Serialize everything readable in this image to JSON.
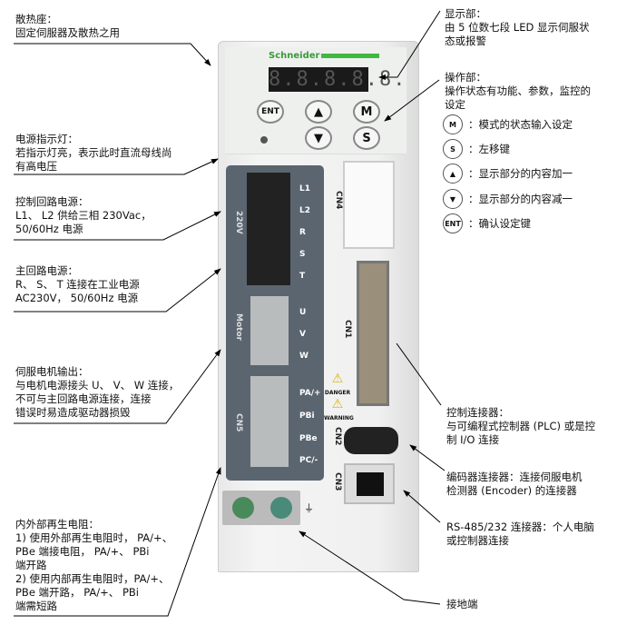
{
  "device": {
    "brand": "Schneider",
    "display": "8.8.8.8.8.",
    "buttons": {
      "ent": "ENT",
      "m": "M",
      "s": "S"
    },
    "terminals": [
      "L1",
      "L2",
      "R",
      "S",
      "T",
      "U",
      "V",
      "W",
      "PA/+",
      "PBi",
      "PBe",
      "PC/-"
    ],
    "group_labels": {
      "power": "220V",
      "motor": "Motor",
      "cn5": "CN5"
    },
    "connectors": {
      "cn4": "CN4",
      "cn1": "CN1",
      "cn2": "CN2",
      "cn3": "CN3"
    },
    "warnings": {
      "danger": "DANGER",
      "warning": "WARNING"
    }
  },
  "callouts": {
    "heatsink": {
      "title": "散热座：",
      "body": "固定伺服器及散热之用"
    },
    "power_led": {
      "title": "电源指示灯：",
      "body": "若指示灯亮，表示此时直流母线尚\n有高电压"
    },
    "control_power": {
      "title": "控制回路电源：",
      "body": "L1、 L2 供给三相 230Vac，\n50/60Hz 电源"
    },
    "main_power": {
      "title": "主回路电源：",
      "body": "R、 S、 T 连接在工业电源\nAC230V， 50/60Hz 电源"
    },
    "motor_output": {
      "title": "伺服电机输出：",
      "body": "与电机电源接头 U、 V、 W 连接，\n不可与主回路电源连接，连接\n错误时易造成驱动器损毁"
    },
    "regen": {
      "title": "内外部再生电阻：",
      "body": "1) 使用外部再生电阻时， PA/+、\n    PBe 端接电阻， PA/+、 PBi\n    端开路\n2) 使用内部再生电阻时，PA/+、\n    PBe 端开路， PA/+、 PBi\n    端需短路"
    },
    "display": {
      "title": "显示部：",
      "body": "由 5 位数七段 LED 显示伺服状\n态或报警"
    },
    "operation": {
      "title": "操作部：",
      "body": "操作状态有功能、参数，监控的\n设定"
    },
    "keys": [
      {
        "key": "M",
        "desc": "：模式的状态输入设定"
      },
      {
        "key": "S",
        "desc": "：左移键"
      },
      {
        "key": "▲",
        "desc": "：显示部分的内容加一"
      },
      {
        "key": "▼",
        "desc": "：显示部分的内容减一"
      },
      {
        "key": "ENT",
        "desc": "：确认设定键"
      }
    ],
    "control_connector": {
      "title": "控制连接器：",
      "body": "与可编程式控制器 (PLC) 或是控\n制 I/O 连接"
    },
    "encoder": {
      "body": "编码器连接器：连接伺服电机\n检测器 (Encoder) 的连接器"
    },
    "rs485": {
      "body": "RS-485/232 连接器：个人电脑\n或控制器连接"
    },
    "ground": {
      "body": "接地端"
    }
  }
}
